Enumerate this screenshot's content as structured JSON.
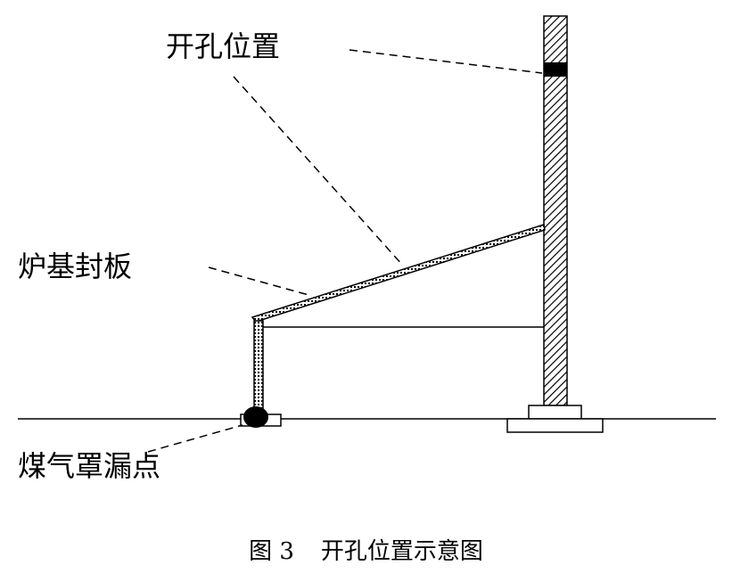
{
  "labels": {
    "hole_position": "开孔位置",
    "base_sealing_plate": "炉基封板",
    "gas_hood_leak": "煤气罩漏点"
  },
  "caption": {
    "figure_number": "图 3",
    "title": "开孔位置示意图"
  },
  "colors": {
    "ink": "#000000",
    "background": "#ffffff"
  }
}
